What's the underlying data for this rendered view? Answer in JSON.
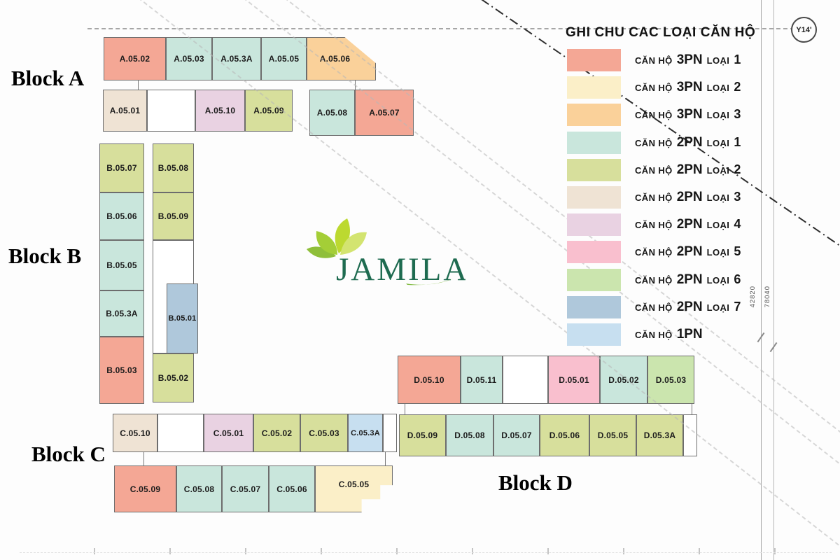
{
  "markers": {
    "grid_label": "Y14'",
    "dim_left": "42820",
    "dim_right": "78040"
  },
  "logo": {
    "text": "JAMILA"
  },
  "legend": {
    "title": "GHI CHU CAC LOẠI CĂN HỘ",
    "items": [
      {
        "prefix": "CĂN HỘ",
        "room": "3PN",
        "loai": "LOẠI",
        "num": "1",
        "color": "#F4A795"
      },
      {
        "prefix": "CĂN HỘ",
        "room": "3PN",
        "loai": "LOẠI",
        "num": "2",
        "color": "#FBEFC8"
      },
      {
        "prefix": "CĂN HỘ",
        "room": "3PN",
        "loai": "LOẠI",
        "num": "3",
        "color": "#FAD19A"
      },
      {
        "prefix": "CĂN HỘ",
        "room": "2PN",
        "loai": "LOẠI",
        "num": "1",
        "color": "#C9E6DC"
      },
      {
        "prefix": "CĂN HỘ",
        "room": "2PN",
        "loai": "LOẠI",
        "num": "2",
        "color": "#D7DF9C"
      },
      {
        "prefix": "CĂN HỘ",
        "room": "2PN",
        "loai": "LOẠI",
        "num": "3",
        "color": "#EFE3D4"
      },
      {
        "prefix": "CĂN HỘ",
        "room": "2PN",
        "loai": "LOẠI",
        "num": "4",
        "color": "#E9D2E2"
      },
      {
        "prefix": "CĂN HỘ",
        "room": "2PN",
        "loai": "LOẠI",
        "num": "5",
        "color": "#F9BFCE"
      },
      {
        "prefix": "CĂN HỘ",
        "room": "2PN",
        "loai": "LOẠI",
        "num": "6",
        "color": "#CBE5AE"
      },
      {
        "prefix": "CĂN HỘ",
        "room": "2PN",
        "loai": "LOẠI",
        "num": "7",
        "color": "#AFC8DB"
      },
      {
        "prefix": "CĂN HỘ",
        "room": "1PN",
        "loai": "",
        "num": "",
        "color": "#C7DFF0"
      }
    ]
  },
  "blocks": {
    "A": {
      "label": "Block A",
      "units": [
        {
          "id": "A.05.02",
          "type": "3PN-1",
          "color": "#F4A795"
        },
        {
          "id": "A.05.03",
          "type": "2PN-1",
          "color": "#C9E6DC"
        },
        {
          "id": "A.05.3A",
          "type": "2PN-1",
          "color": "#C9E6DC"
        },
        {
          "id": "A.05.05",
          "type": "2PN-1",
          "color": "#C9E6DC"
        },
        {
          "id": "A.05.06",
          "type": "3PN-3",
          "color": "#FAD19A"
        },
        {
          "id": "A.05.01",
          "type": "2PN-3",
          "color": "#EFE3D4"
        },
        {
          "id": "A.05.10",
          "type": "2PN-4",
          "color": "#E9D2E2"
        },
        {
          "id": "A.05.09",
          "type": "2PN-2",
          "color": "#D7DF9C"
        },
        {
          "id": "A.05.08",
          "type": "2PN-1",
          "color": "#C9E6DC"
        },
        {
          "id": "A.05.07",
          "type": "3PN-1",
          "color": "#F4A795"
        }
      ]
    },
    "B": {
      "label": "Block B",
      "units": [
        {
          "id": "B.05.07",
          "type": "2PN-2",
          "color": "#D7DF9C"
        },
        {
          "id": "B.05.06",
          "type": "2PN-1",
          "color": "#C9E6DC"
        },
        {
          "id": "B.05.05",
          "type": "2PN-1",
          "color": "#C9E6DC"
        },
        {
          "id": "B.05.3A",
          "type": "2PN-1",
          "color": "#C9E6DC"
        },
        {
          "id": "B.05.03",
          "type": "3PN-1",
          "color": "#F4A795"
        },
        {
          "id": "B.05.08",
          "type": "2PN-2",
          "color": "#D7DF9C"
        },
        {
          "id": "B.05.09",
          "type": "2PN-2",
          "color": "#D7DF9C"
        },
        {
          "id": "B.05.01",
          "type": "2PN-7",
          "color": "#AFC8DB"
        },
        {
          "id": "B.05.02",
          "type": "2PN-2",
          "color": "#D7DF9C"
        }
      ]
    },
    "C": {
      "label": "Block C",
      "units": [
        {
          "id": "C.05.10",
          "type": "2PN-3",
          "color": "#EFE3D4"
        },
        {
          "id": "C.05.01",
          "type": "2PN-4",
          "color": "#E9D2E2"
        },
        {
          "id": "C.05.02",
          "type": "2PN-2",
          "color": "#D7DF9C"
        },
        {
          "id": "C.05.03",
          "type": "2PN-2",
          "color": "#D7DF9C"
        },
        {
          "id": "C.05.3A",
          "type": "1PN",
          "color": "#C7DFF0"
        },
        {
          "id": "C.05.09",
          "type": "3PN-1",
          "color": "#F4A795"
        },
        {
          "id": "C.05.08",
          "type": "2PN-1",
          "color": "#C9E6DC"
        },
        {
          "id": "C.05.07",
          "type": "2PN-1",
          "color": "#C9E6DC"
        },
        {
          "id": "C.05.06",
          "type": "2PN-1",
          "color": "#C9E6DC"
        },
        {
          "id": "C.05.05",
          "type": "3PN-2",
          "color": "#FBEFC8"
        }
      ]
    },
    "D": {
      "label": "Block D",
      "units": [
        {
          "id": "D.05.10",
          "type": "3PN-1",
          "color": "#F4A795"
        },
        {
          "id": "D.05.11",
          "type": "2PN-1",
          "color": "#C9E6DC"
        },
        {
          "id": "D.05.01",
          "type": "2PN-5",
          "color": "#F9BFCE"
        },
        {
          "id": "D.05.02",
          "type": "2PN-1",
          "color": "#C9E6DC"
        },
        {
          "id": "D.05.03",
          "type": "2PN-6",
          "color": "#CBE5AE"
        },
        {
          "id": "D.05.09",
          "type": "2PN-2",
          "color": "#D7DF9C"
        },
        {
          "id": "D.05.08",
          "type": "2PN-1",
          "color": "#C9E6DC"
        },
        {
          "id": "D.05.07",
          "type": "2PN-1",
          "color": "#C9E6DC"
        },
        {
          "id": "D.05.06",
          "type": "2PN-2",
          "color": "#D7DF9C"
        },
        {
          "id": "D.05.05",
          "type": "2PN-2",
          "color": "#D7DF9C"
        },
        {
          "id": "D.05.3A",
          "type": "2PN-2",
          "color": "#D7DF9C"
        }
      ]
    }
  }
}
